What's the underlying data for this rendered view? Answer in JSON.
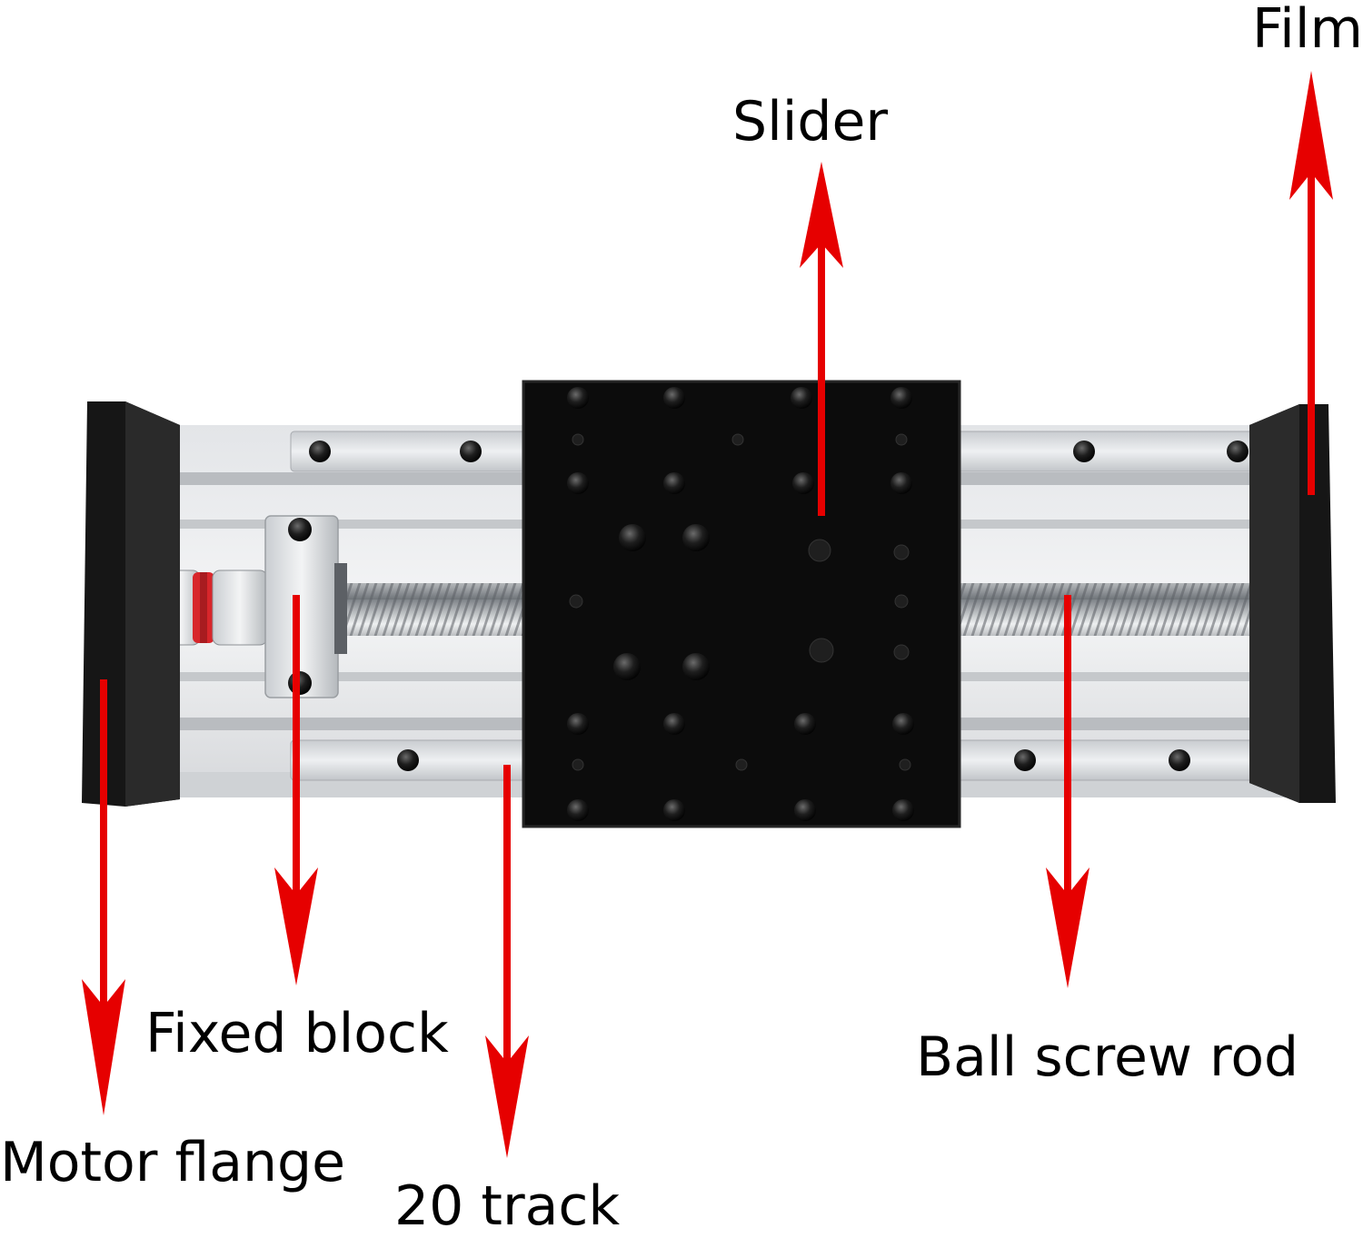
{
  "labels": {
    "film": "Film",
    "slider": "Slider",
    "fixed_block": "Fixed block",
    "ball_screw_rod": "Ball screw rod",
    "motor_flange": "Motor flange",
    "track": "20 track"
  },
  "colors": {
    "arrow": "#e60000",
    "end_plate": "#111111",
    "slider_plate": "#0c0c0c",
    "rail_aluminum": "#d7dade",
    "screw_steel": "#a9adb1",
    "coupling_red": "#d8262b",
    "bolt": "#1a1a1a",
    "label_text": "#000000"
  }
}
